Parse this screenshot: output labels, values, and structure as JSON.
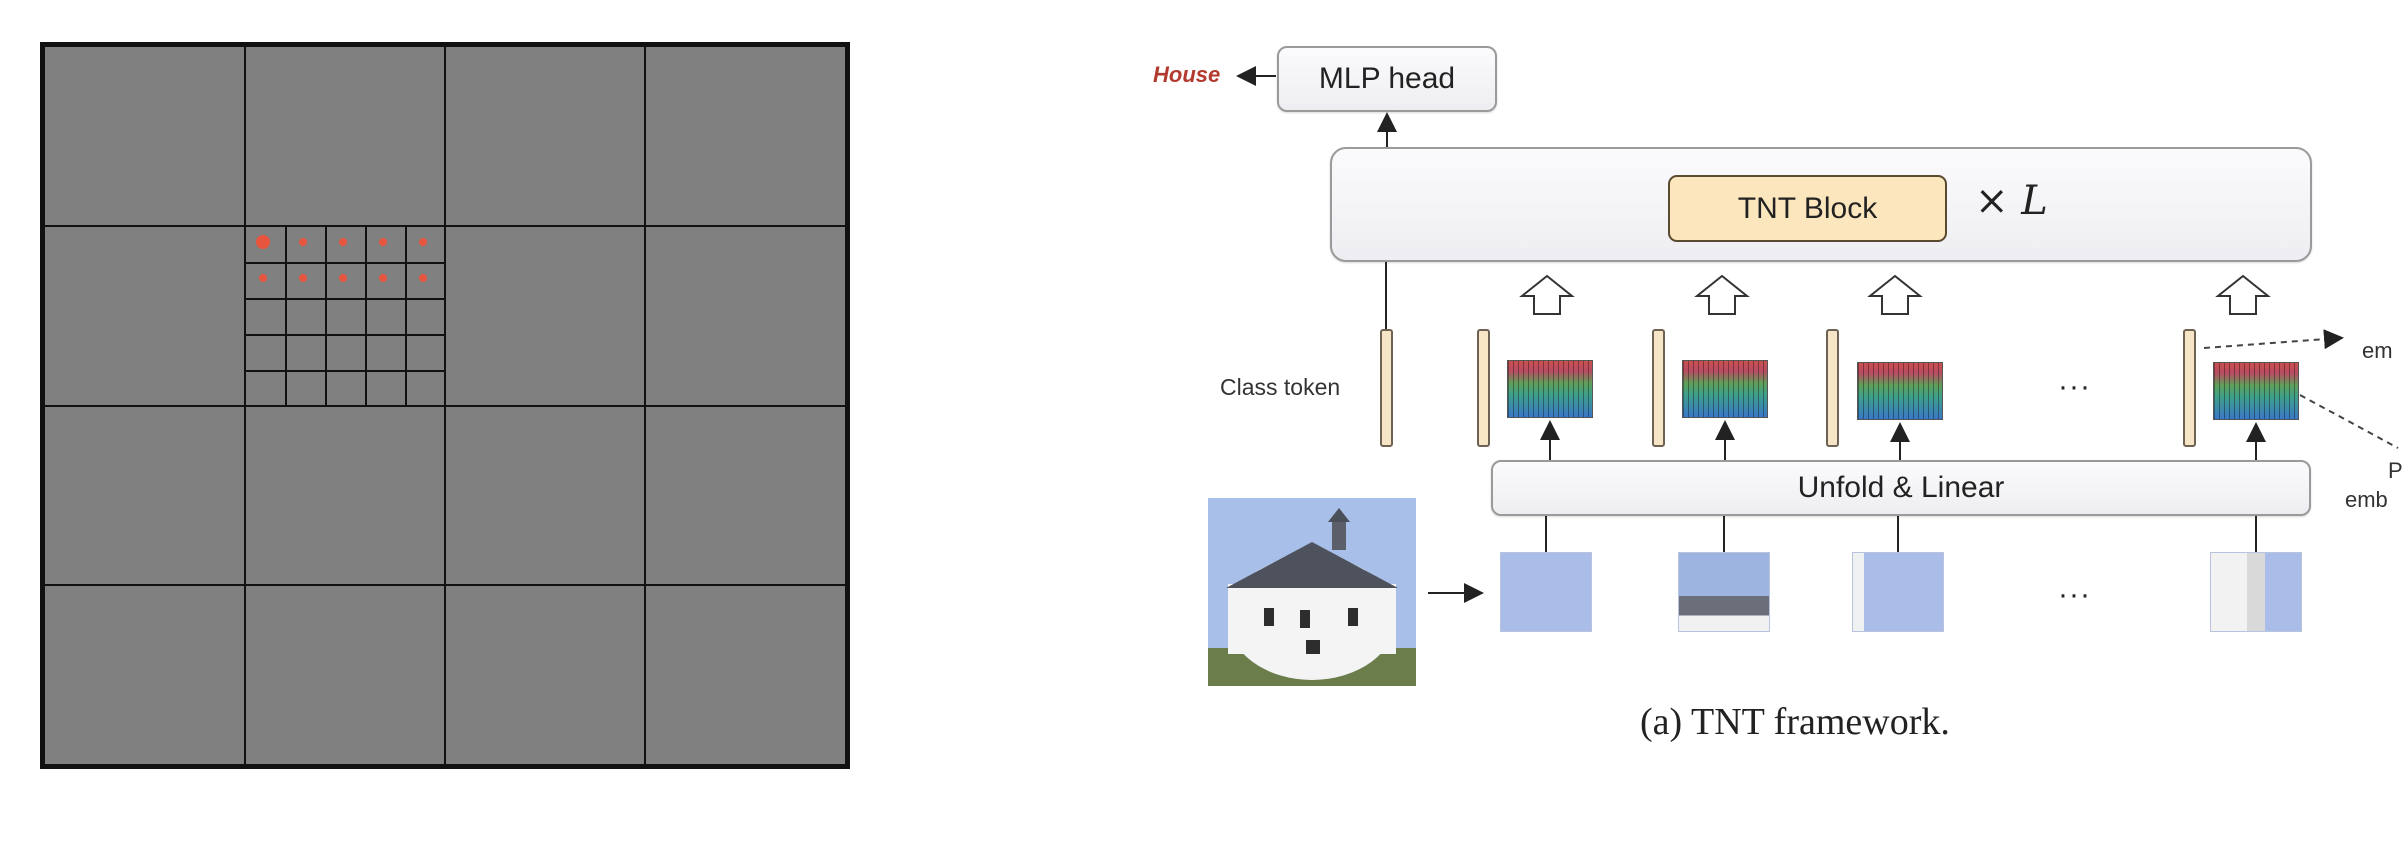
{
  "labels": {
    "output_class": "House",
    "mlp_head": "MLP head",
    "tnt_block": "TNT Block",
    "repeat_prefix": "×",
    "repeat_var": "L",
    "class_token": "Class token",
    "unfold_linear": "Unfold & Linear",
    "ellipsis": "···",
    "caption": "(a) TNT framework.",
    "edge_em": "em",
    "edge_p": "P",
    "edge_emb": "emb"
  },
  "grid": {
    "outer_divisions": 4,
    "inner_divisions": 5,
    "highlight_cell": [
      1,
      1
    ],
    "inner_dot_rows": 2,
    "colors": {
      "background": "#808080",
      "lines": "#111111",
      "dots": "#e8553e"
    }
  },
  "colors": {
    "tnt_block_fill": "#fbe6bd",
    "class_token_fill": "#f6e6c6",
    "house_label": "#b23a2e",
    "patch_sky": "#a9bde8"
  },
  "icons": {
    "image": "house-photo",
    "up_arrows": "hollow-up-arrow-icon"
  }
}
